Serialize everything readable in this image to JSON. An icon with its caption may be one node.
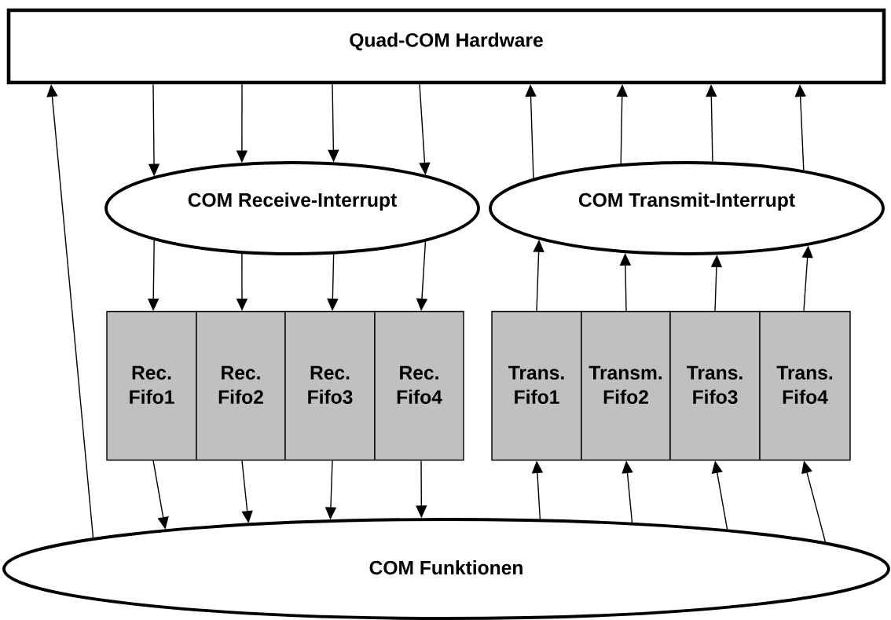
{
  "diagram": {
    "nodes": [
      {
        "text": [
          "Quad-COM Hardware"
        ]
      },
      {
        "text": [
          "COM Receive-Interrupt"
        ]
      },
      {
        "text": [
          "COM Transmit-Interrupt"
        ]
      },
      {
        "text": [
          "Rec. Fifo1"
        ]
      },
      {
        "text": [
          "Rec. Fifo2"
        ]
      },
      {
        "text": [
          "Rec. Fifo3"
        ]
      },
      {
        "text": [
          "Rec. Fifo4"
        ]
      },
      {
        "text": [
          "Trans. Fifo1"
        ]
      },
      {
        "text": [
          "Transm. Fifo2"
        ]
      },
      {
        "text": [
          "Trans. Fifo3"
        ]
      },
      {
        "text": [
          "Trans. Fifo4"
        ]
      },
      {
        "text": [
          "COM Funktionen"
        ]
      }
    ],
    "edges": [
      {
        "from": 0,
        "to": 1,
        "arrow": "to"
      },
      {
        "from": 0,
        "to": 1,
        "arrow": "to"
      },
      {
        "from": 0,
        "to": 1,
        "arrow": "to"
      },
      {
        "from": 0,
        "to": 1,
        "arrow": "to"
      },
      {
        "from": 1,
        "to": 3,
        "arrow": "to"
      },
      {
        "from": 1,
        "to": 4,
        "arrow": "to"
      },
      {
        "from": 1,
        "to": 5,
        "arrow": "to"
      },
      {
        "from": 1,
        "to": 6,
        "arrow": "to"
      },
      {
        "from": 3,
        "to": 11,
        "arrow": "to"
      },
      {
        "from": 4,
        "to": 11,
        "arrow": "to"
      },
      {
        "from": 5,
        "to": 11,
        "arrow": "to"
      },
      {
        "from": 6,
        "to": 11,
        "arrow": "to"
      },
      {
        "from": 11,
        "to": 7,
        "arrow": "to"
      },
      {
        "from": 11,
        "to": 8,
        "arrow": "to"
      },
      {
        "from": 11,
        "to": 9,
        "arrow": "to"
      },
      {
        "from": 11,
        "to": 10,
        "arrow": "to"
      },
      {
        "from": 7,
        "to": 2,
        "arrow": "to"
      },
      {
        "from": 8,
        "to": 2,
        "arrow": "to"
      },
      {
        "from": 9,
        "to": 2,
        "arrow": "to"
      },
      {
        "from": 10,
        "to": 2,
        "arrow": "to"
      },
      {
        "from": 2,
        "to": 0,
        "arrow": "to"
      },
      {
        "from": 2,
        "to": 0,
        "arrow": "to"
      },
      {
        "from": 2,
        "to": 0,
        "arrow": "to"
      },
      {
        "from": 2,
        "to": 0,
        "arrow": "to"
      },
      {
        "from": 11,
        "to": 0,
        "arrow": "to"
      }
    ]
  }
}
